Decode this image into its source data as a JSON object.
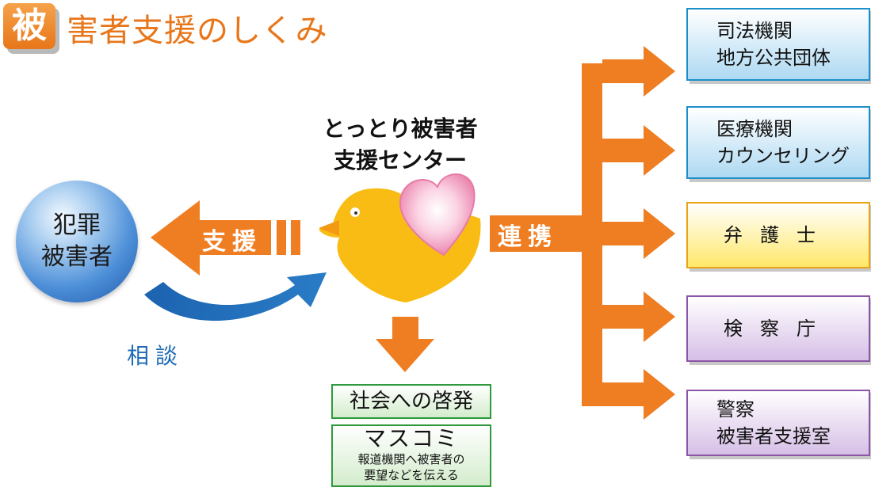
{
  "title": {
    "badge": "被",
    "text": "害者支援のしくみ"
  },
  "victim": {
    "line1": "犯罪",
    "line2": "被害者"
  },
  "center": {
    "line1": "とっとり被害者",
    "line2": "支援センター"
  },
  "arrows": {
    "support": "支援",
    "consultation": "相談",
    "cooperation": "連携"
  },
  "outreach": {
    "title": "社会への啓発",
    "media": "マスコミ",
    "media_desc1": "報道機関へ被害者の",
    "media_desc2": "要望などを伝える"
  },
  "partners": [
    {
      "line1": "司法機関",
      "line2": "地方公共団体"
    },
    {
      "line1": "医療機関",
      "line2": "カウンセリング"
    },
    {
      "line1": "弁護士",
      "line2": ""
    },
    {
      "line1": "検察庁",
      "line2": ""
    },
    {
      "line1": "警察",
      "line2": "被害者支援室"
    }
  ],
  "colors": {
    "orange": "#ef7d22",
    "blue_arrow": "#1f6bb5",
    "bird": "#f9bc15",
    "heart": "#f7b8d2",
    "title": "#e8761a"
  }
}
